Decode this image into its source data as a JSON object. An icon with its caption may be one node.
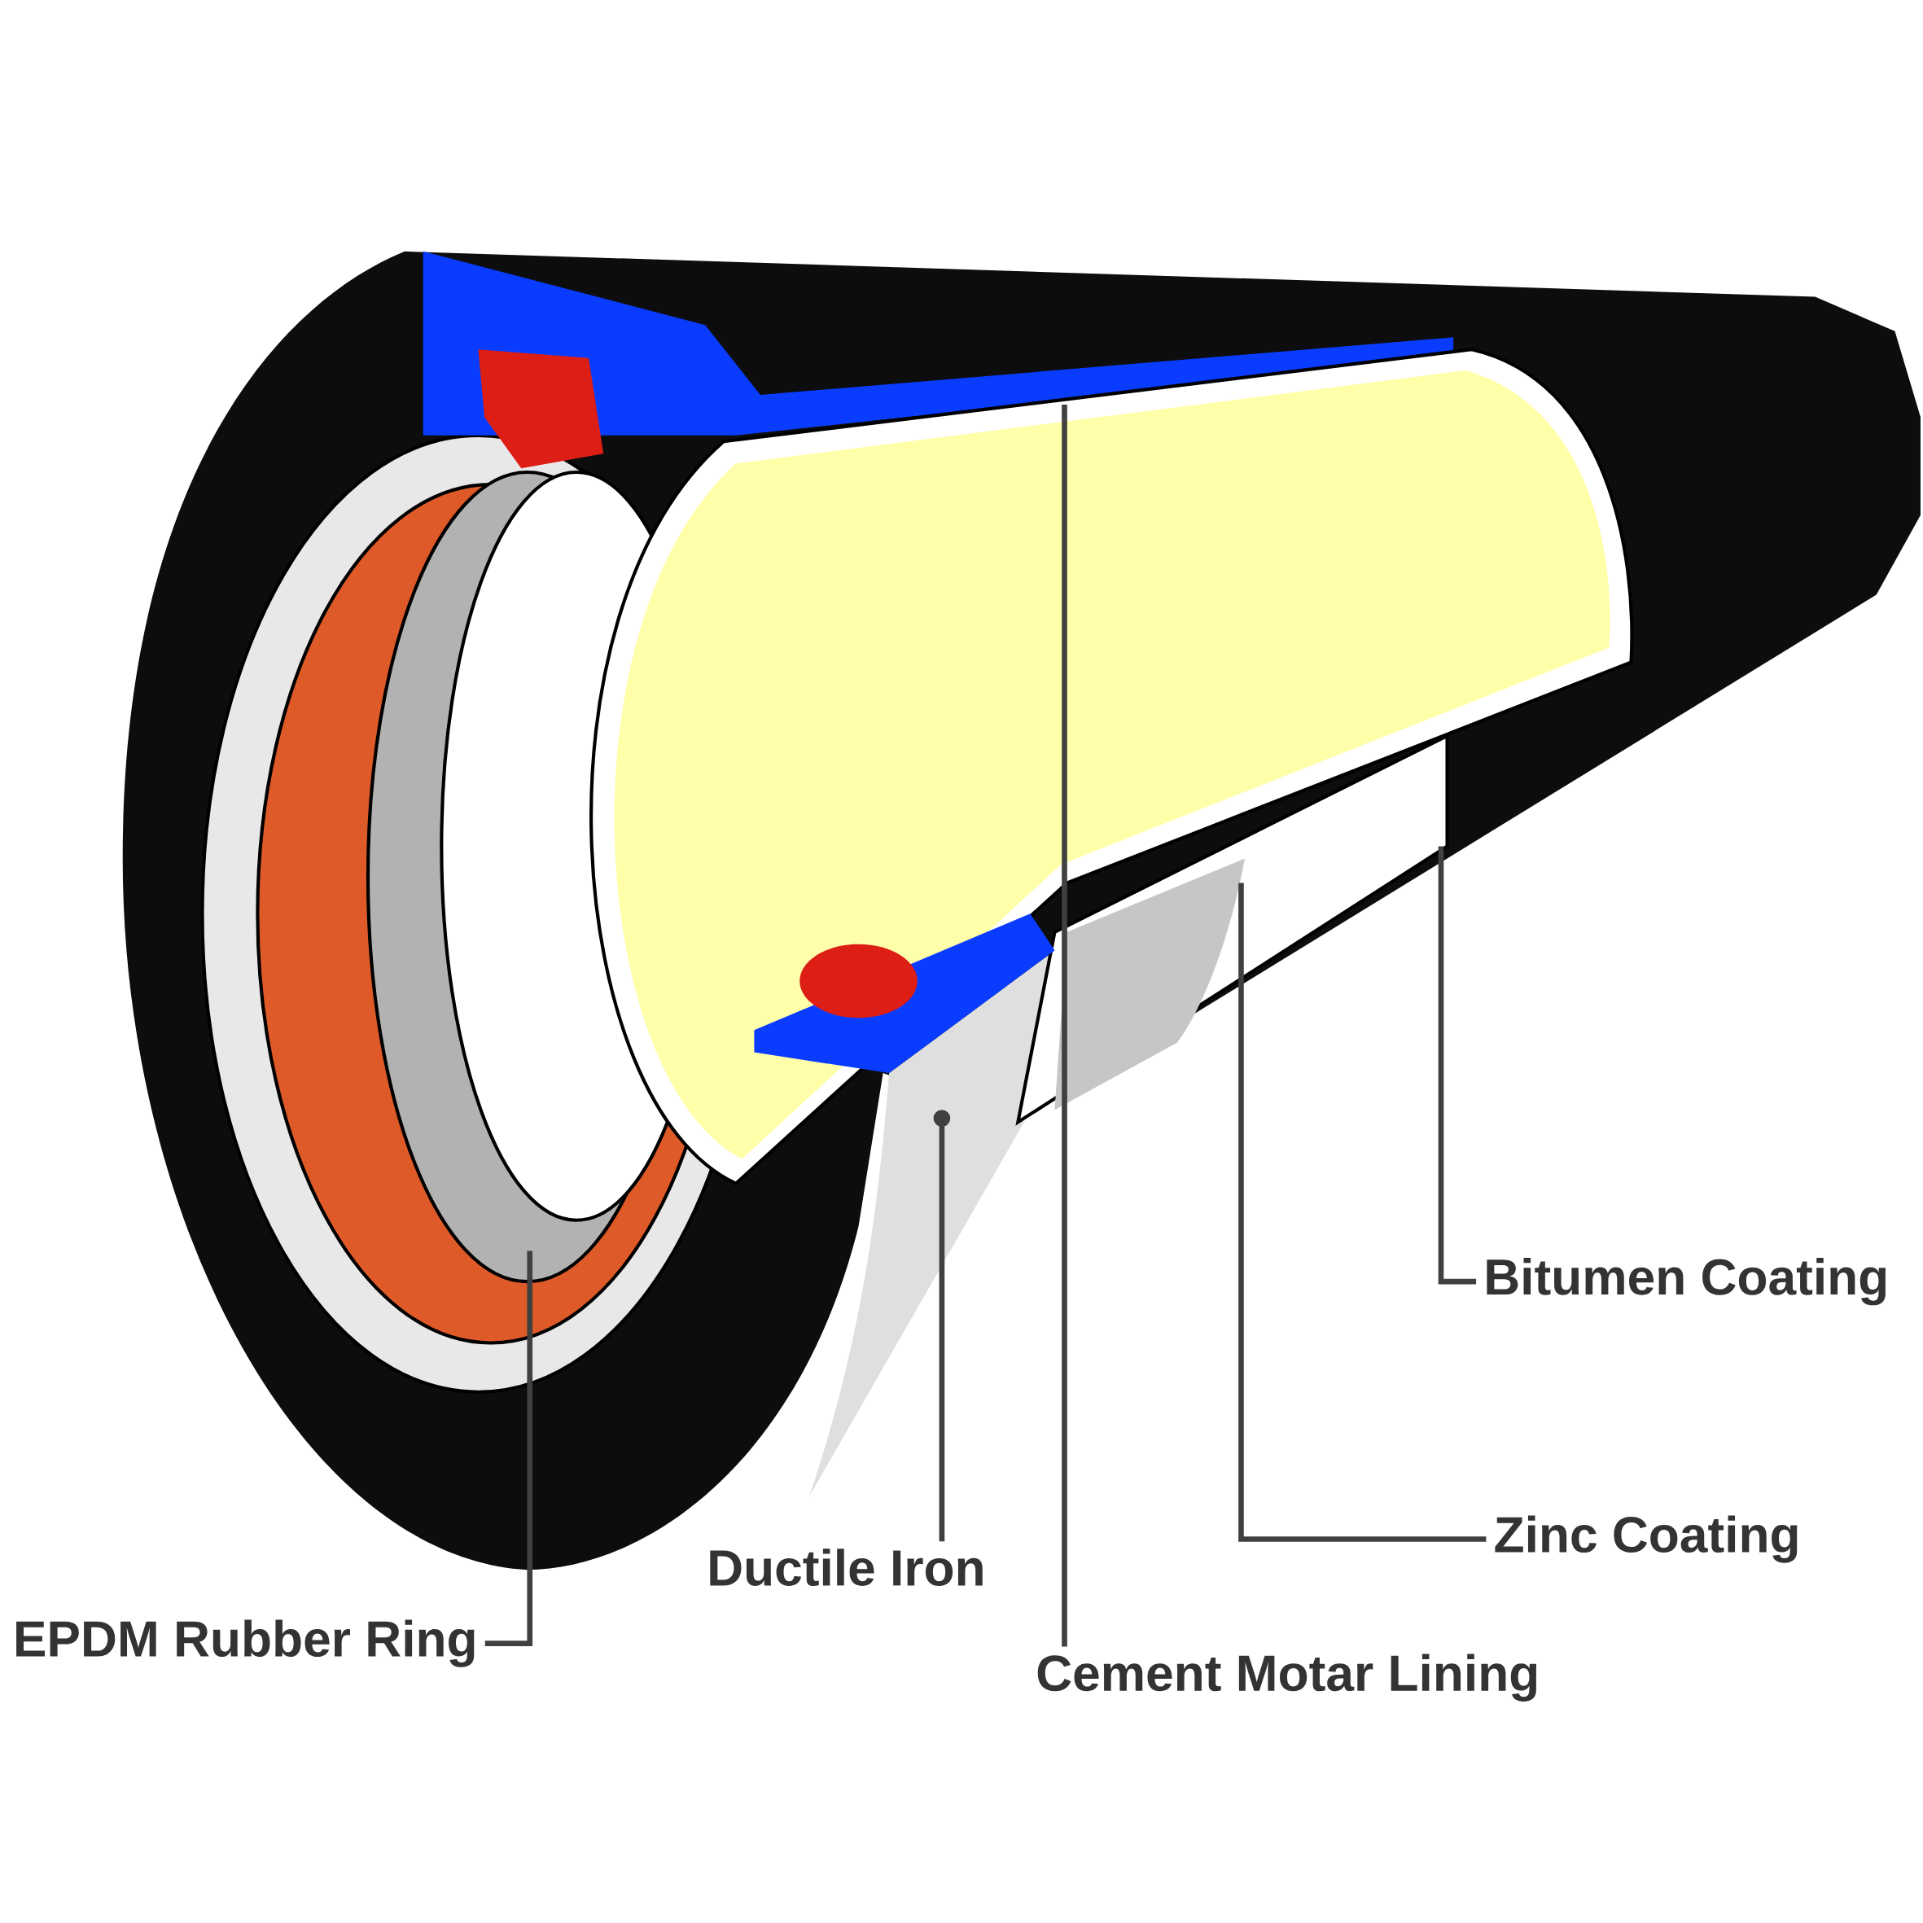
{
  "diagram": {
    "nodes": [
      {
        "text": [
          "Bitumen Coating"
        ]
      },
      {
        "text": [
          "Zinc Coating"
        ]
      },
      {
        "text": [
          "Ductile Iron"
        ]
      },
      {
        "text": [
          "EPDM Rubber Ring"
        ]
      },
      {
        "text": [
          "Cement Motar Lining"
        ]
      }
    ],
    "edges": [
      {
        "from": 0,
        "to": null,
        "arrow": "none"
      },
      {
        "from": 1,
        "to": null,
        "arrow": "none"
      },
      {
        "from": 2,
        "to": null,
        "arrow": "other"
      },
      {
        "from": 3,
        "to": null,
        "arrow": "none"
      },
      {
        "from": 4,
        "to": null,
        "arrow": "none"
      }
    ]
  }
}
